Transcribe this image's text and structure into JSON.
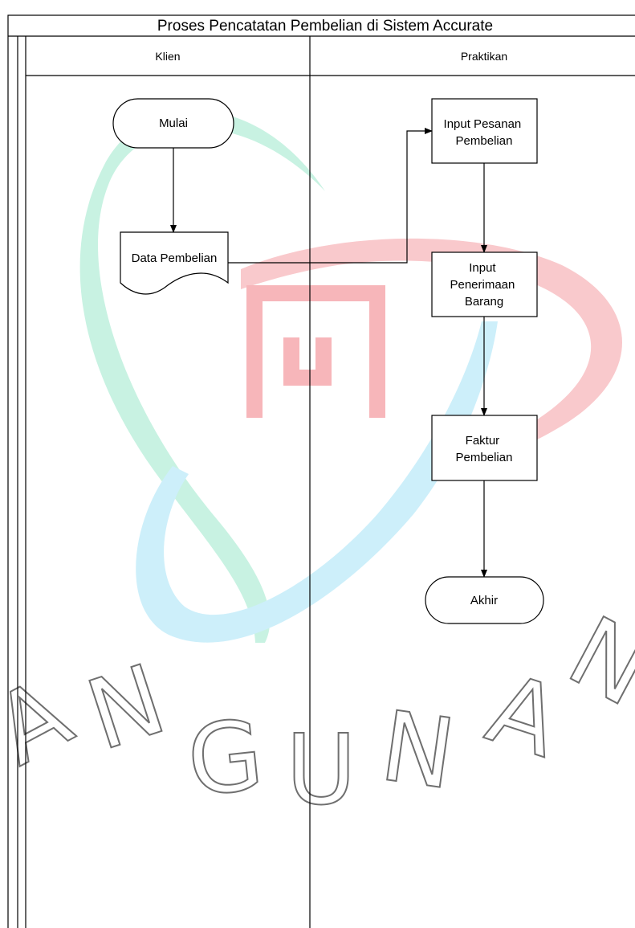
{
  "diagram": {
    "title": "Proses Pencatatan Pembelian di Sistem Accurate",
    "lanes": [
      {
        "id": "klien",
        "label": "Klien"
      },
      {
        "id": "praktikan",
        "label": "Praktikan"
      }
    ],
    "nodes": {
      "start": {
        "shape": "terminator",
        "lines": [
          "Mulai"
        ]
      },
      "data_pembelian": {
        "shape": "document",
        "lines": [
          "Data Pembelian"
        ]
      },
      "input_pesanan": {
        "shape": "process",
        "lines": [
          "Input Pesanan",
          "Pembelian"
        ]
      },
      "input_penerimaan": {
        "shape": "process",
        "lines": [
          "Input",
          "Penerimaan",
          "Barang"
        ]
      },
      "faktur": {
        "shape": "process",
        "lines": [
          "Faktur",
          "Pembelian"
        ]
      },
      "end": {
        "shape": "terminator",
        "lines": [
          "Akhir"
        ]
      }
    },
    "edges": [
      {
        "from": "start",
        "to": "data_pembelian"
      },
      {
        "from": "data_pembelian",
        "to": "input_pesanan"
      },
      {
        "from": "input_pesanan",
        "to": "input_penerimaan"
      },
      {
        "from": "input_penerimaan",
        "to": "faktur"
      },
      {
        "from": "faktur",
        "to": "end"
      }
    ]
  },
  "watermark": {
    "letters_bottom": [
      "A",
      "N",
      "G",
      "U",
      "N",
      "A",
      "N"
    ],
    "colors": {
      "teal": "#c8f2e2",
      "cyan": "#cdeffa",
      "red": "#f9c9cc",
      "letters": "#6f6f6f"
    }
  }
}
